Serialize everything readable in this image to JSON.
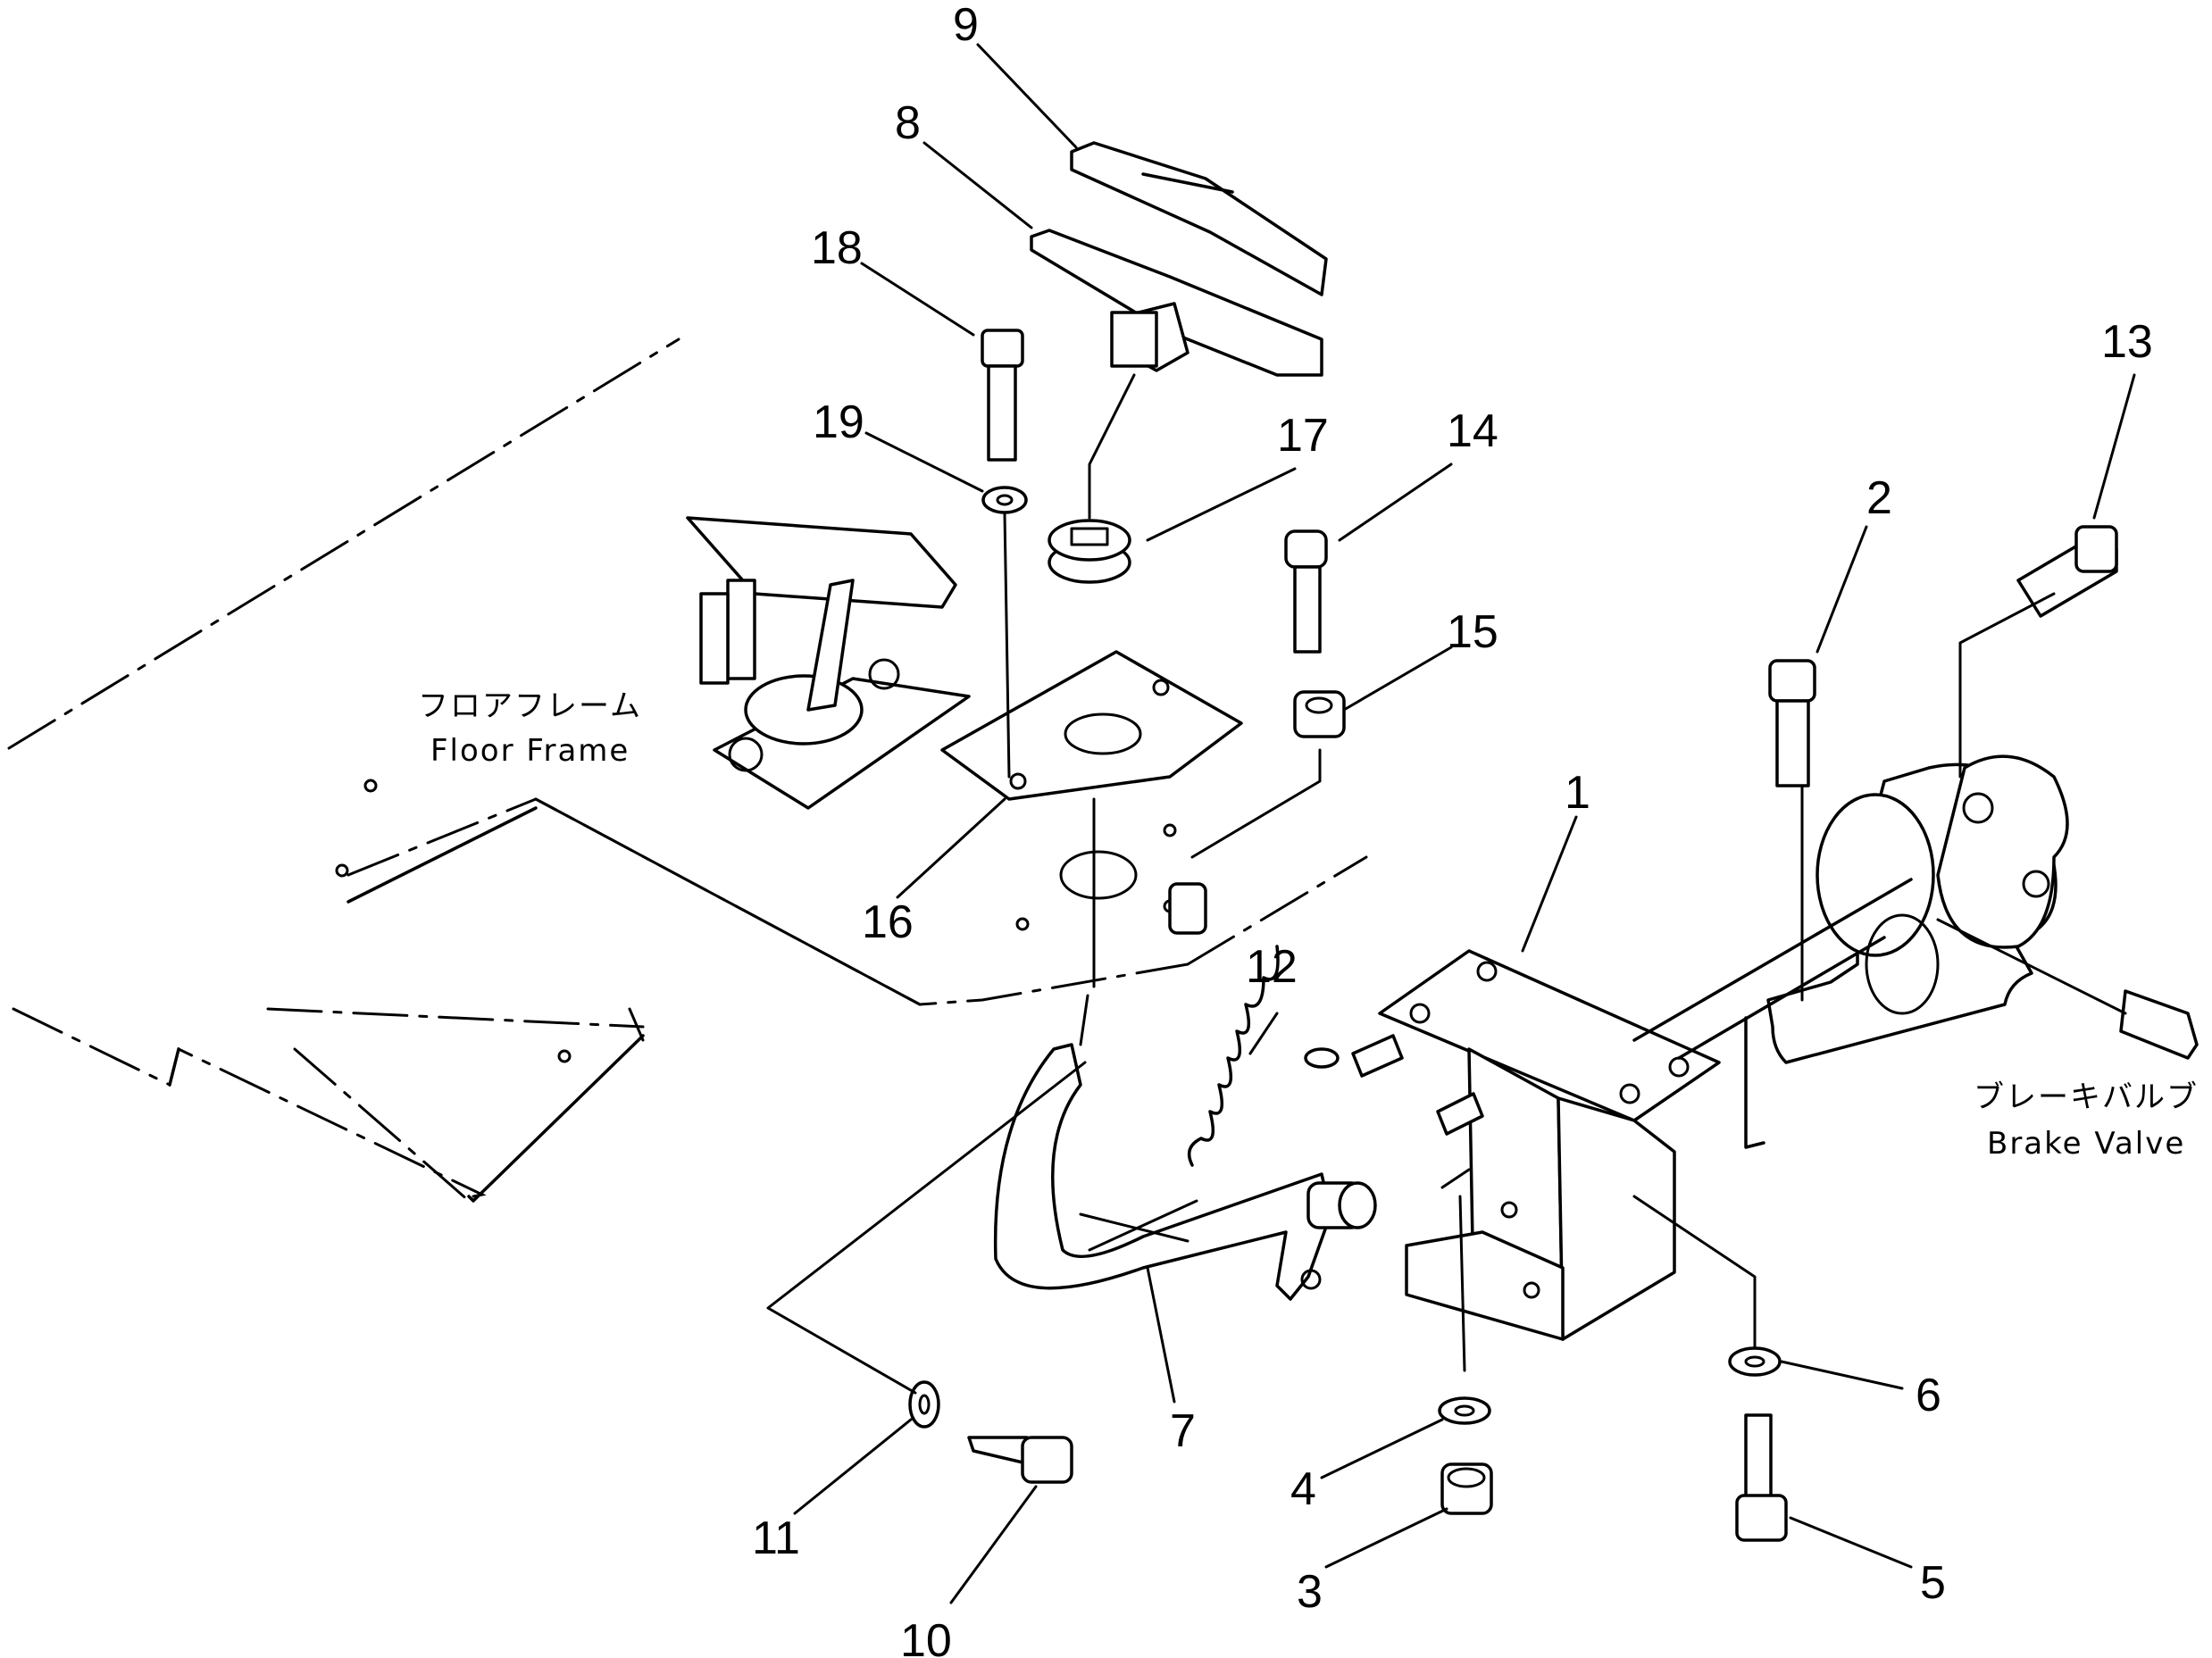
{
  "captions": {
    "floor_frame_jp": "フロアフレーム",
    "floor_frame_en": "Floor Frame",
    "brake_valve_jp": "ブレーキバルブ",
    "brake_valve_en": "Brake Valve"
  },
  "callouts": [
    "1",
    "2",
    "3",
    "4",
    "5",
    "6",
    "7",
    "8",
    "9",
    "10",
    "11",
    "12",
    "13",
    "14",
    "15",
    "16",
    "17",
    "18",
    "19"
  ]
}
